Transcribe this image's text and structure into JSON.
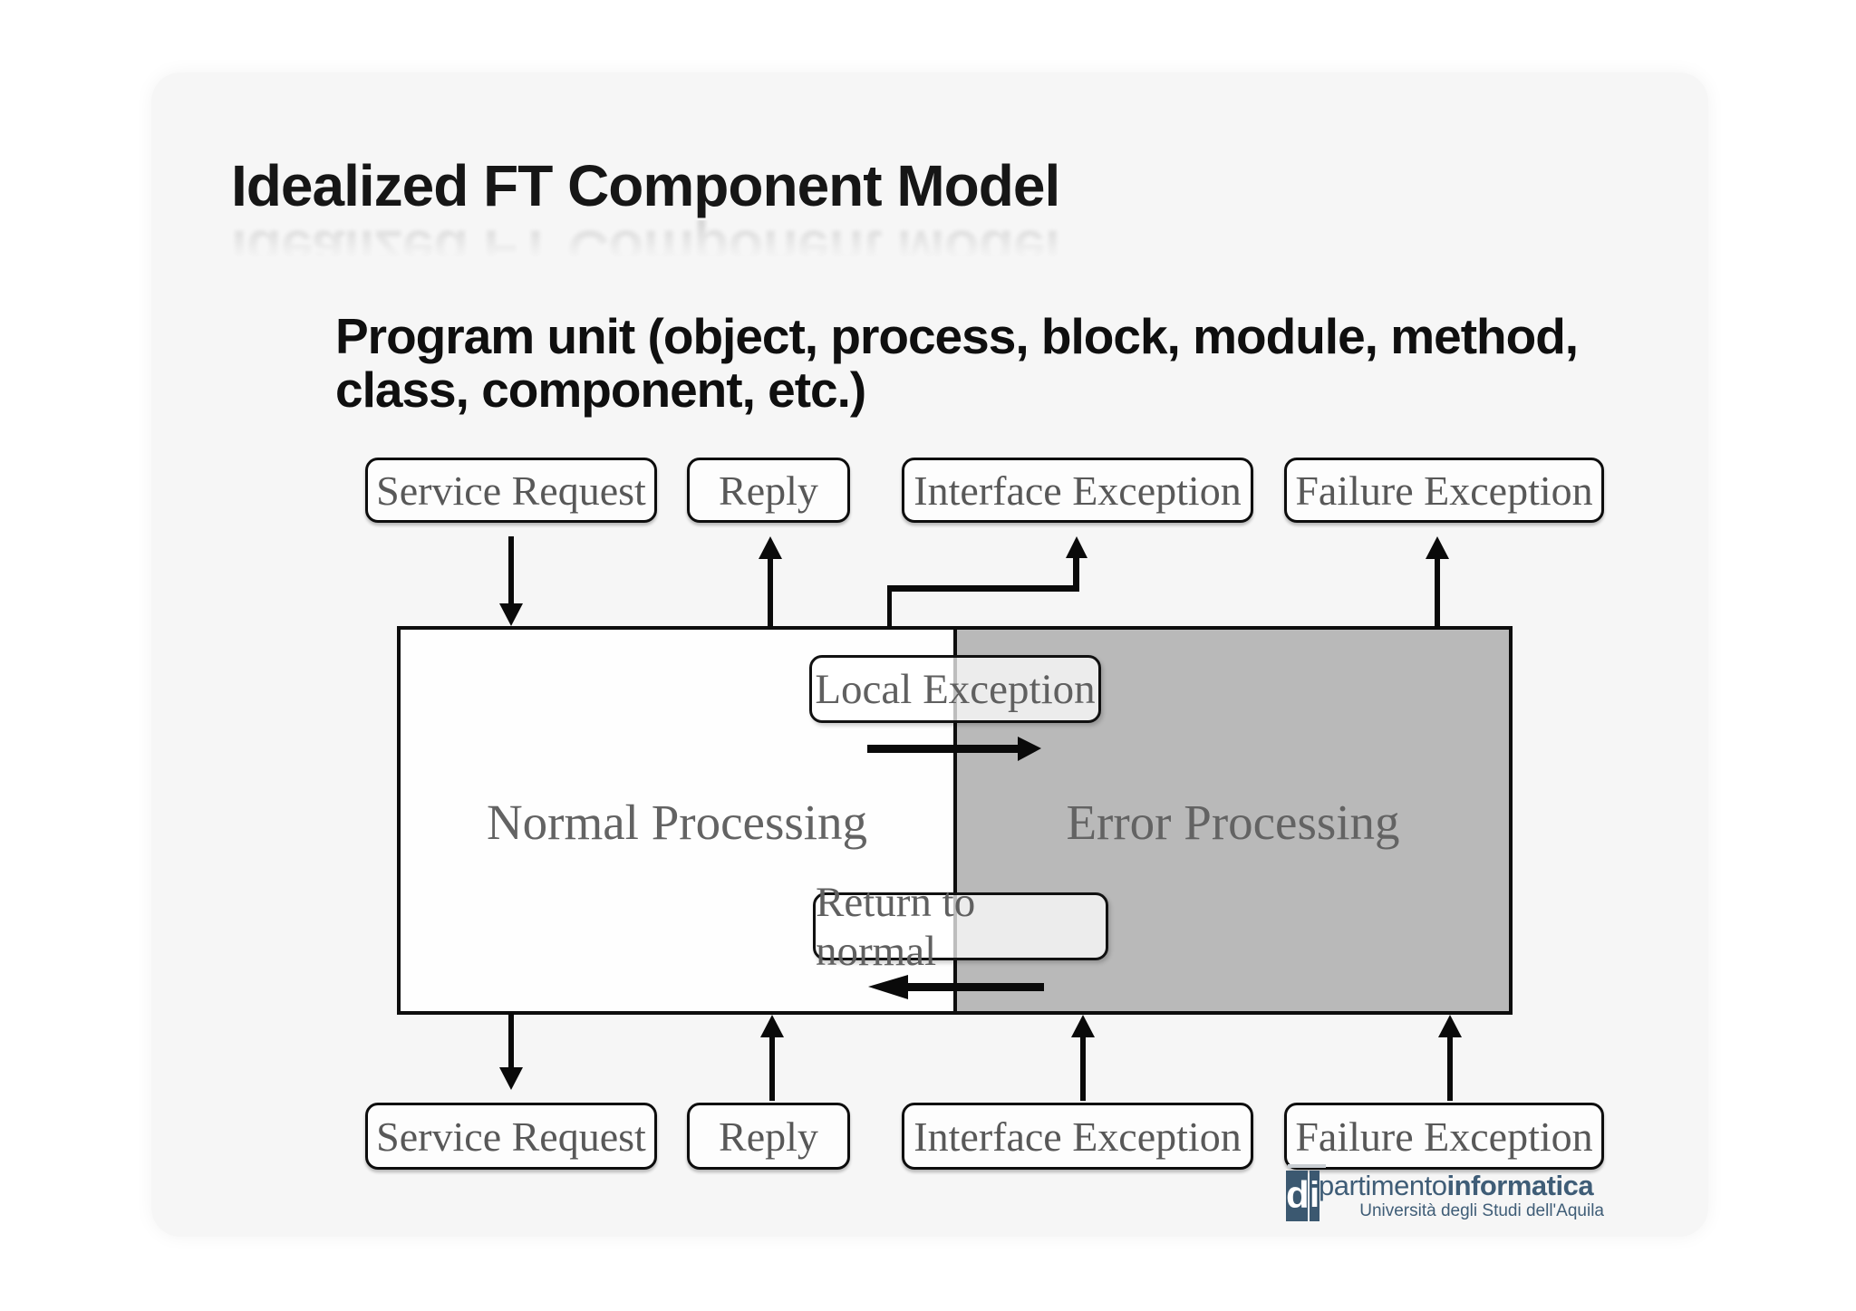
{
  "slide": {
    "title": "Idealized FT Component Model",
    "subtitle_lines": [
      "Program unit (object, process, block, module, method,",
      "class, component, etc.)"
    ]
  },
  "diagram": {
    "top_ports": [
      "Service Request",
      "Reply",
      "Interface Exception",
      "Failure Exception"
    ],
    "bottom_ports": [
      "Service Request",
      "Reply",
      "Interface Exception",
      "Failure Exception"
    ],
    "normal_label": "Normal Processing",
    "error_label": "Error Processing",
    "local_exception_label": "Local Exception",
    "return_label": "Return to normal"
  },
  "logo": {
    "mark_d": "d",
    "mark_i": "i",
    "name_regular": "partimento",
    "name_bold": "informatica",
    "tagline": "Università degli Studi dell'Aquila"
  },
  "colors": {
    "panel_background": "#f6f6f6",
    "error_region_gray": "#b9b9b9",
    "arrow_black": "#0a0a0a",
    "port_label_gray": "#585858",
    "processing_label_gray": "#636363",
    "logo_slate": "#3b5870",
    "logo_text": "#3f5d77"
  }
}
